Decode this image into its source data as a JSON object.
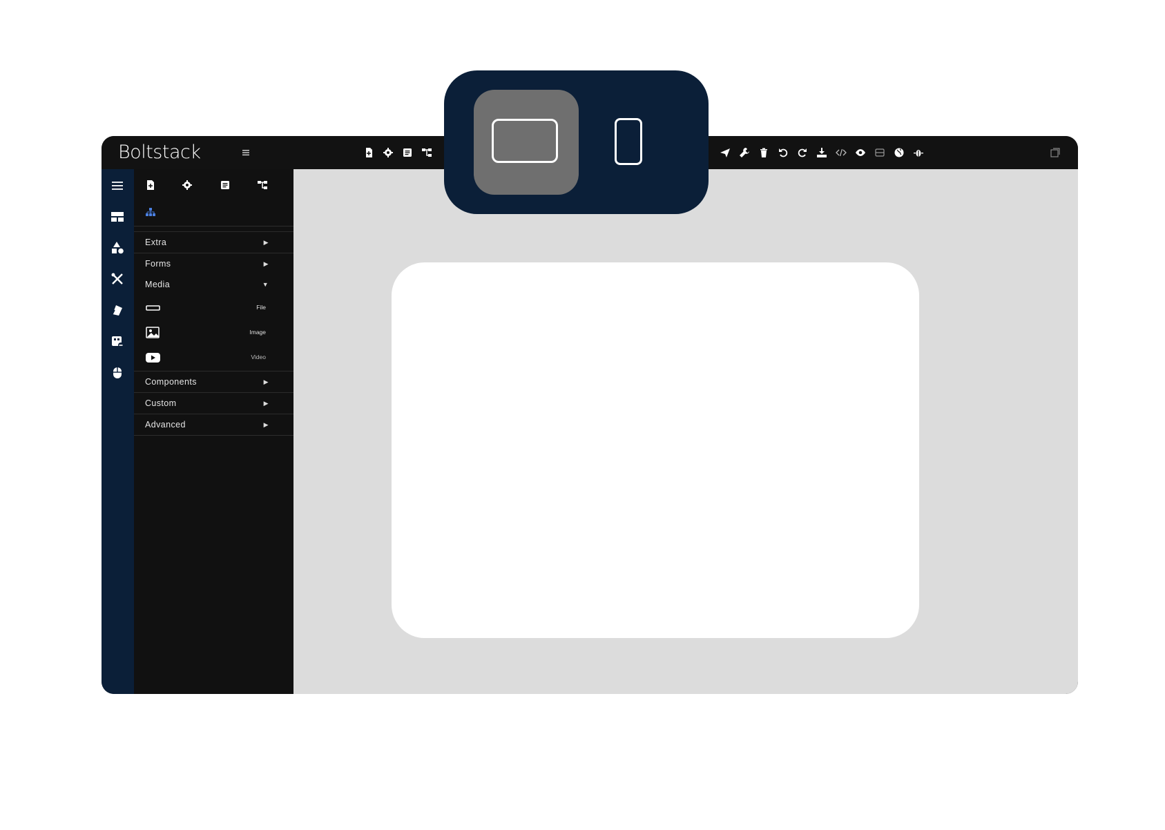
{
  "app": {
    "brand": "Boltstack"
  },
  "panel": {
    "categories": {
      "extra": "Extra",
      "forms": "Forms",
      "media": "Media",
      "components": "Components",
      "custom": "Custom",
      "advanced": "Advanced"
    },
    "media_blocks": {
      "file": "File",
      "image": "Image",
      "video": "Video"
    }
  },
  "device_switcher": {
    "active": "desktop",
    "options": [
      "desktop",
      "mobile"
    ]
  },
  "colors": {
    "rail_bg": "#0b1f38",
    "panel_bg": "#111111",
    "canvas_bg": "#dcdcdc",
    "accent_blue": "#4a7fe0",
    "switch_active": "#6f6f6f"
  },
  "icons": {
    "topbar_left": [
      "hamburger-icon",
      "add-page-icon",
      "settings-icon",
      "layers-icon",
      "tree-icon"
    ],
    "topbar_right": [
      "send-icon",
      "wrench-icon",
      "trash-icon",
      "undo-icon",
      "redo-icon",
      "import-icon",
      "code-icon",
      "eye-icon",
      "layout-icon",
      "globe-icon",
      "bug-icon",
      "fullscreen-icon"
    ],
    "rail": [
      "menu-icon",
      "layout-blocks-icon",
      "shapes-icon",
      "tools-icon",
      "paint-icon",
      "grid-link-icon",
      "mouse-icon"
    ]
  }
}
